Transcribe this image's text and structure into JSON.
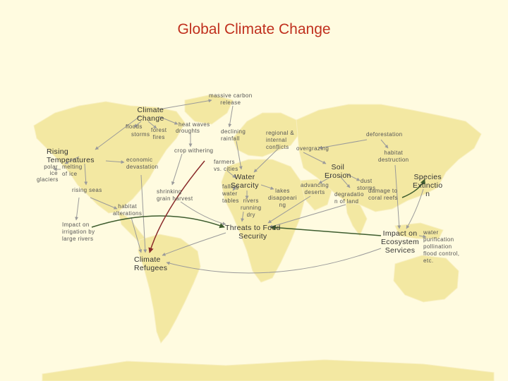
{
  "title": "Global Climate Change",
  "nodes": {
    "massive_carbon": [
      "massive carbon",
      "release"
    ],
    "climate_change": [
      "Climate",
      "Change"
    ],
    "floods": [
      "floods"
    ],
    "storms": [
      "storms"
    ],
    "forest_fires": [
      "forest",
      "fires"
    ],
    "heat_waves": [
      "heat waves"
    ],
    "droughts": [
      "droughts"
    ],
    "declining_rainfall": [
      "declining",
      "rainfall"
    ],
    "regional_conflicts": [
      "regional &",
      "internal",
      "conflicts"
    ],
    "deforestation": [
      "deforestation"
    ],
    "overgrazing": [
      "overgrazing"
    ],
    "habitat_destruction": [
      "habitat",
      "destruction"
    ],
    "rising_temperatures": [
      "Rising",
      "Temperatures"
    ],
    "polar": [
      "polar",
      "ice",
      "glaciers"
    ],
    "melting": [
      "melting",
      "of ice"
    ],
    "economic_devastation": [
      "economic",
      "devastation"
    ],
    "crop_withering": [
      "crop withering"
    ],
    "farmers_cities": [
      "farmers",
      "vs. cities"
    ],
    "water_scarcity": [
      "Water",
      "Scarcity"
    ],
    "falling_water_tables": [
      "falling",
      "water",
      "tables"
    ],
    "rivers_running_dry": [
      "rivers",
      "running",
      "dry"
    ],
    "lakes": [
      "lakes",
      "disappeari",
      "ng"
    ],
    "advancing_deserts": [
      "advancing",
      "deserts"
    ],
    "soil_erosion": [
      "Soil",
      "Erosion"
    ],
    "degradation": [
      "degradatio",
      "n of land"
    ],
    "dust_storms": [
      "dust",
      "storms"
    ],
    "damage_coral": [
      "damage to",
      "coral reefs"
    ],
    "species_extinction": [
      "Species",
      "Extinctio",
      "n"
    ],
    "rising_seas": [
      "rising seas"
    ],
    "shrinking_grain": [
      "shrinking",
      "grain harvest"
    ],
    "habitat_alterations": [
      "habitat",
      "alterations"
    ],
    "impact_irrigation": [
      "Impact on",
      "irrigation by",
      "large rivers"
    ],
    "threats_food": [
      "Threats to Food",
      "Security"
    ],
    "impact_ecosystem": [
      "Impact on",
      "Ecosystem",
      "Services"
    ],
    "water_purification": [
      "water",
      "purification",
      "pollination",
      "flood control,",
      "etc."
    ],
    "climate_refugees": [
      "Climate",
      "Refugees"
    ]
  },
  "colors": {
    "title": "#c0301e",
    "background": "#fffbe0",
    "landmass": "#f3e8a2",
    "arrow_grey": "#9a9a9a",
    "arrow_green": "#3d5c2e",
    "arrow_red": "#8a2a2a"
  }
}
